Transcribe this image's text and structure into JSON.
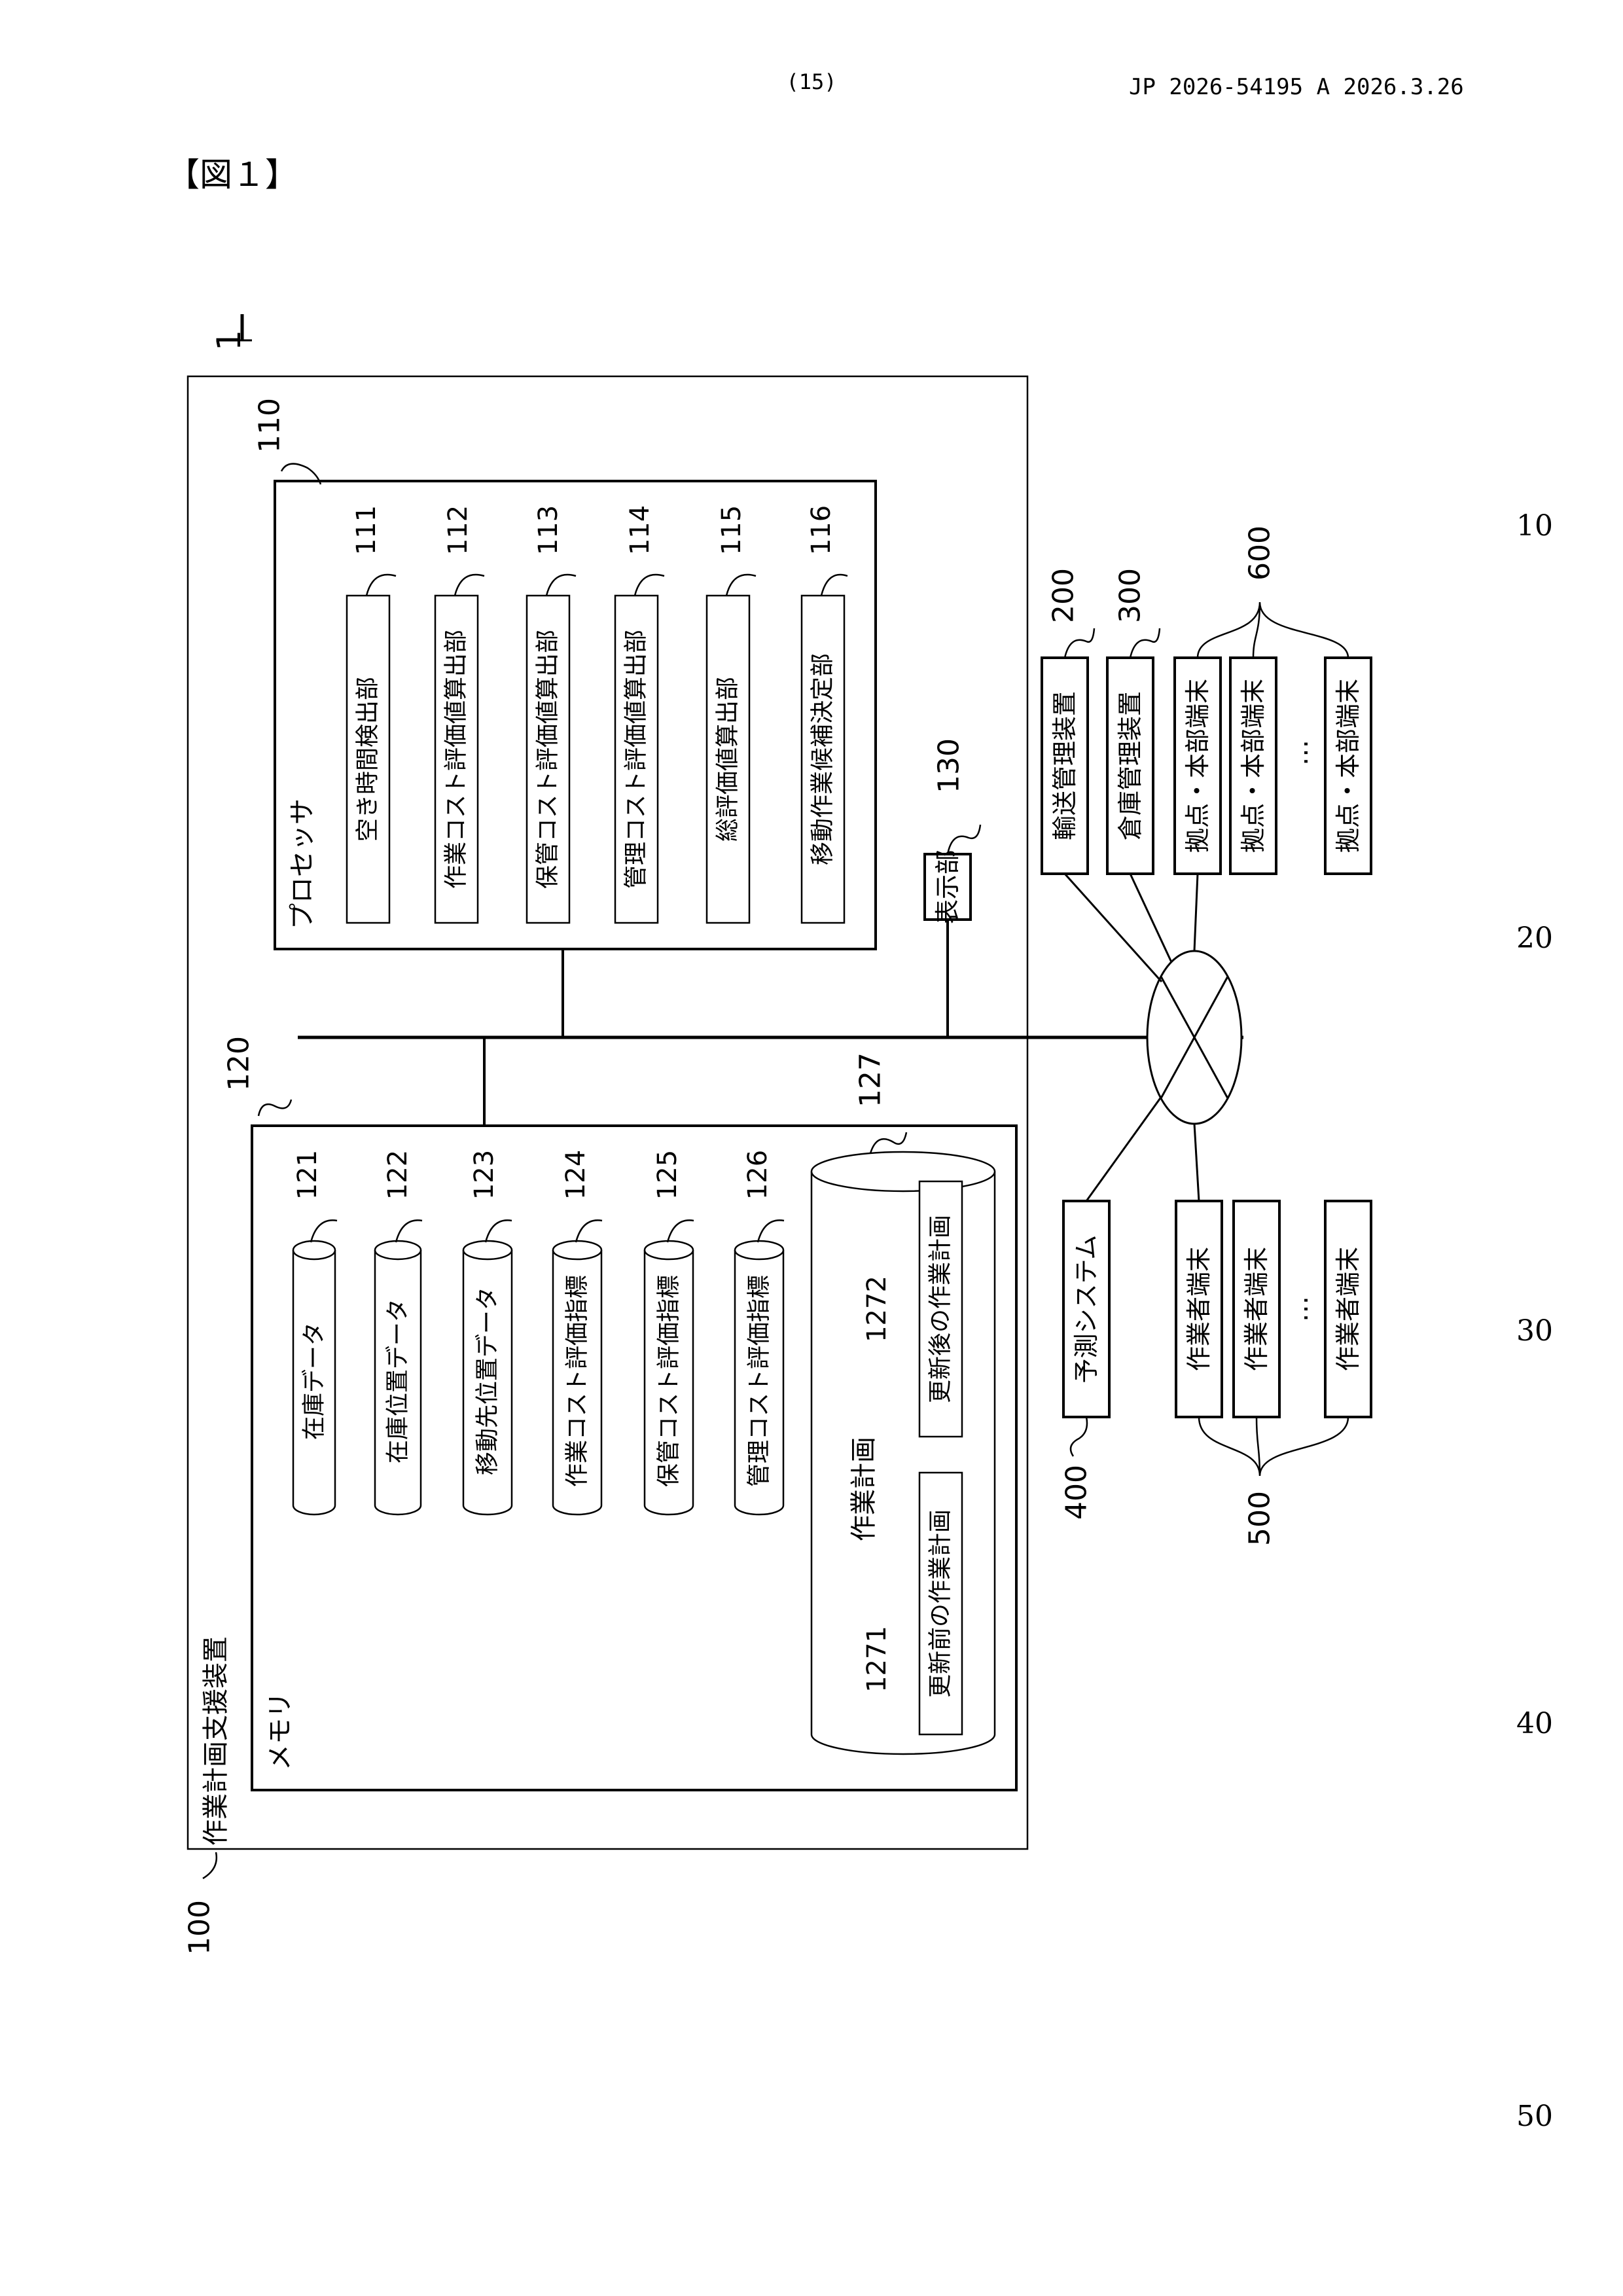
{
  "header": {
    "page_number": "(15)",
    "publication": "JP  2026-54195  A  2026.3.26",
    "figure_label": "【図１】"
  },
  "margin_line_numbers": [
    "10",
    "20",
    "30",
    "40",
    "50"
  ],
  "diagram": {
    "system_ref": "1",
    "device": {
      "title": "作業計画支援装置",
      "ref": "100"
    },
    "processor": {
      "title": "プロセッサ",
      "ref": "110",
      "units": [
        {
          "label": "空き時間検出部",
          "ref": "111"
        },
        {
          "label": "作業コスト評価値算出部",
          "ref": "112"
        },
        {
          "label": "保管コスト評価値算出部",
          "ref": "113"
        },
        {
          "label": "管理コスト評価値算出部",
          "ref": "114"
        },
        {
          "label": "総評価値算出部",
          "ref": "115"
        },
        {
          "label": "移動作業候補決定部",
          "ref": "116"
        }
      ]
    },
    "memory": {
      "title": "メモリ",
      "ref": "120",
      "stores": [
        {
          "label": "在庫データ",
          "ref": "121"
        },
        {
          "label": "在庫位置データ",
          "ref": "122"
        },
        {
          "label": "移動先位置データ",
          "ref": "123"
        },
        {
          "label": "作業コスト評価指標",
          "ref": "124"
        },
        {
          "label": "保管コスト評価指標",
          "ref": "125"
        },
        {
          "label": "管理コスト評価指標",
          "ref": "126"
        }
      ],
      "work_plan": {
        "label": "作業計画",
        "ref": "127",
        "before": {
          "label": "更新前の作業計画",
          "ref": "1271"
        },
        "after": {
          "label": "更新後の作業計画",
          "ref": "1272"
        }
      }
    },
    "display_unit": {
      "label": "表示部",
      "ref": "130"
    },
    "external": {
      "transport": {
        "label": "輸送管理装置",
        "ref": "200"
      },
      "warehouse": {
        "label": "倉庫管理装置",
        "ref": "300"
      },
      "prediction": {
        "label": "予測システム",
        "ref": "400"
      },
      "worker_terminals": {
        "ref": "500",
        "items": [
          "作業者端末",
          "作業者端末",
          "作業者端末"
        ]
      },
      "base_terminals": {
        "ref": "600",
        "items": [
          "拠点・本部端末",
          "拠点・本部端末",
          "拠点・本部端末"
        ]
      },
      "ellipsis": "…"
    }
  }
}
